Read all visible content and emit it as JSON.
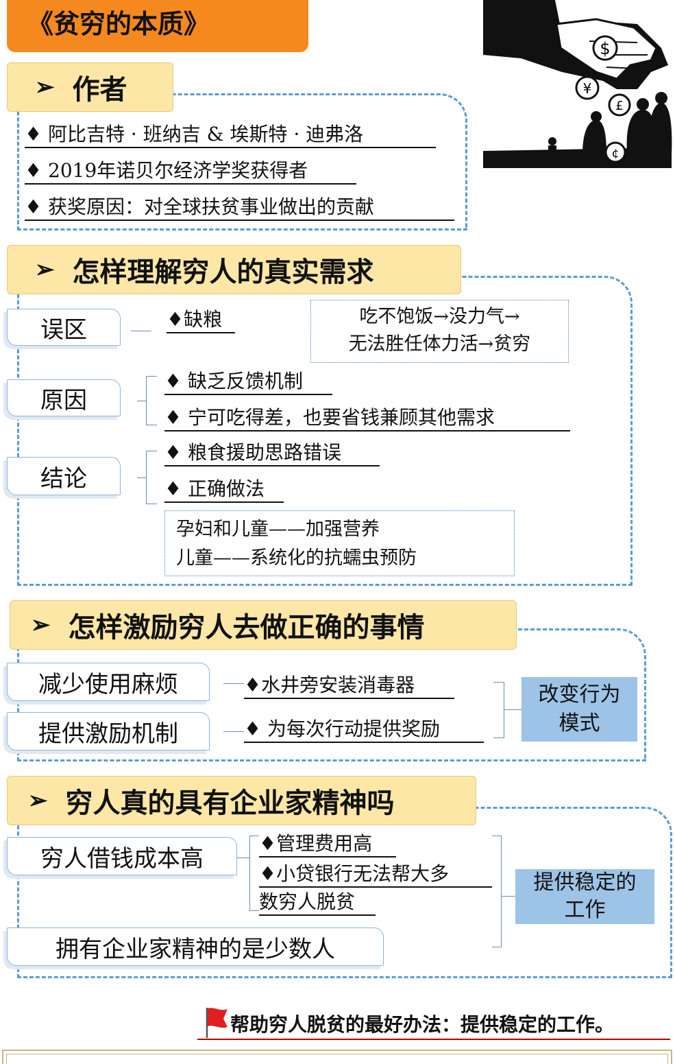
{
  "title": "《贫穷的本质》",
  "colors": {
    "title_bg": "#f5891f",
    "section_bg": "#fde7a6",
    "frame": "#5b9bd5",
    "highlight": "#9dc3e6",
    "flag": "#e02020"
  },
  "illustration": {
    "icons": [
      "hand-icon",
      "dollar-coin-icon",
      "yen-coin-icon",
      "pound-coin-icon",
      "cent-coin-icon",
      "crowd-icon"
    ]
  },
  "section1": {
    "heading": "作者",
    "items": [
      "♦ 阿比吉特 · 班纳吉 & 埃斯特 · 迪弗洛",
      "♦ 2019年诺贝尔经济学奖获得者",
      "♦ 获奖原因：对全球扶贫事业做出的贡献"
    ]
  },
  "section2": {
    "heading": "怎样理解穷人的真实需求",
    "myth_label": "误区",
    "myth_item": "♦缺粮",
    "myth_note": [
      "吃不饱饭→没力气→",
      "无法胜任体力活→贫穷"
    ],
    "reason_label": "原因",
    "reason_items": [
      "♦ 缺乏反馈机制",
      "♦ 宁可吃得差，也要省钱兼顾其他需求"
    ],
    "conclusion_label": "结论",
    "conclusion_items": [
      "♦ 粮食援助思路错误",
      "♦ 正确做法"
    ],
    "conclusion_note": [
      "孕妇和儿童——加强营养",
      "儿童——系统化的抗蠕虫预防"
    ]
  },
  "section3": {
    "heading": "怎样激励穷人去做正确的事情",
    "label1": "减少使用麻烦",
    "item1": "♦水井旁安装消毒器",
    "label2": "提供激励机制",
    "item2": "♦ 为每次行动提供奖励",
    "result": [
      "改变行为",
      "模式"
    ]
  },
  "section4": {
    "heading": "穷人真的具有企业家精神吗",
    "label1": "穷人借钱成本高",
    "item1": "♦管理费用高",
    "item2_line1": "♦小贷银行无法帮大多",
    "item2_line2": "数穷人脱贫",
    "label2": "拥有企业家精神的是少数人",
    "result": [
      "提供稳定的",
      "工作"
    ]
  },
  "footer": {
    "text": "帮助穷人脱贫的最好办法：提供稳定的工作。"
  }
}
